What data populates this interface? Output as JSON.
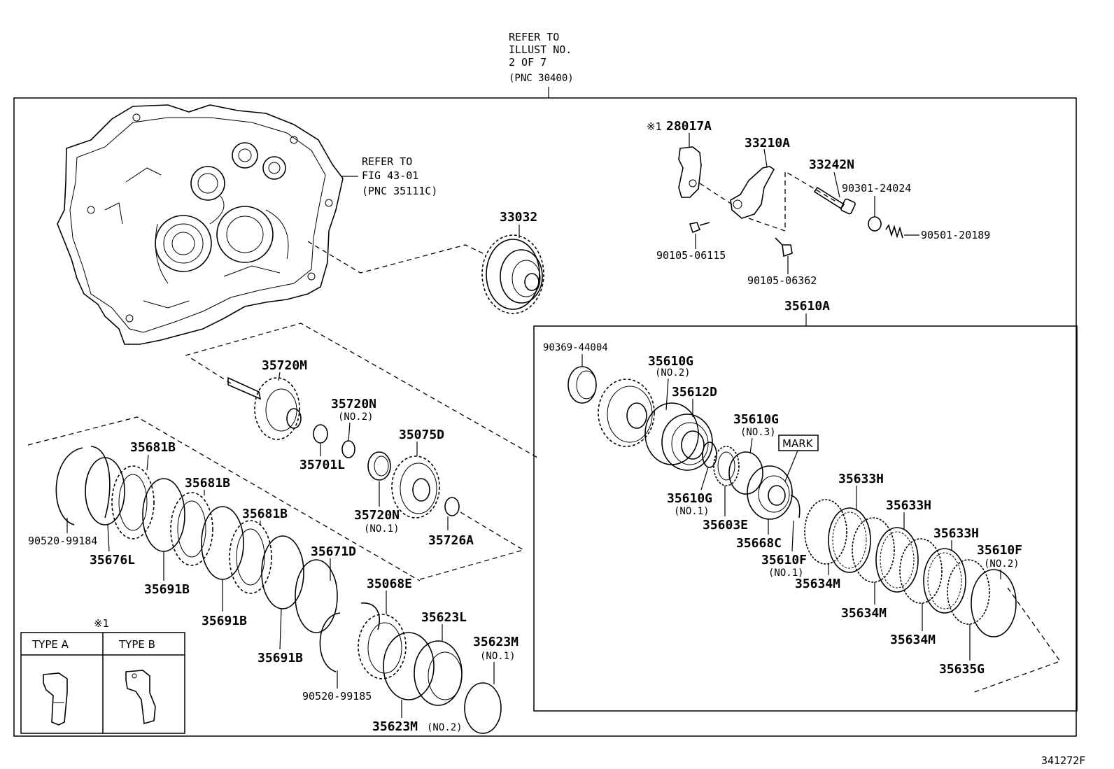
{
  "refer_top": {
    "line1": "REFER TO",
    "line2": "ILLUST NO.",
    "line3": "2 OF 7",
    "line4": "(PNC 30400)"
  },
  "refer_case": {
    "line1": "REFER TO",
    "line2": "FIG 43-01",
    "line3": "(PNC 35111C)"
  },
  "labels": {
    "p28017A": "28017A",
    "mark1": "※1",
    "p33210A": "33210A",
    "p33242N": "33242N",
    "p90301": "90301-24024",
    "p90501": "90501-20189",
    "p90105a": "90105-06115",
    "p90105b": "90105-06362",
    "p33032": "33032",
    "p35610A": "35610A",
    "p90369": "90369-44004",
    "p35610G2": "35610G",
    "no2a": "(NO.2)",
    "p35612D": "35612D",
    "p35610G3": "35610G",
    "no3": "(NO.3)",
    "mark": "MARK",
    "p35610G1": "35610G",
    "no1a": "(NO.1)",
    "p35603E": "35603E",
    "p35668C": "35668C",
    "p35610F1": "35610F",
    "no1b": "(NO.1)",
    "p35633H1": "35633H",
    "p35633H2": "35633H",
    "p35633H3": "35633H",
    "p35610F2": "35610F",
    "no2b": "(NO.2)",
    "p35634M1": "35634M",
    "p35634M2": "35634M",
    "p35634M3": "35634M",
    "p35635G": "35635G",
    "p35720M": "35720M",
    "p35720N2": "35720N",
    "no2c": "(NO.2)",
    "p35701L": "35701L",
    "p35075D": "35075D",
    "p35720N1": "35720N",
    "no1c": "(NO.1)",
    "p35726A": "35726A",
    "p35681B1": "35681B",
    "p35681B2": "35681B",
    "p35681B3": "35681B",
    "p90520a": "90520-99184",
    "p35676L": "35676L",
    "p35691B1": "35691B",
    "p35691B2": "35691B",
    "p35691B3": "35691B",
    "p35671D": "35671D",
    "p35068E": "35068E",
    "p35623L": "35623L",
    "p35623M1": "35623M",
    "no1d": "(NO.1)",
    "p90520b": "90520-99185",
    "p35623M2": "35623M",
    "no2d": "(NO.2)"
  },
  "legend": {
    "mark": "※1",
    "type_a": "TYPE A",
    "type_b": "TYPE B"
  },
  "figure_id": "341272F"
}
